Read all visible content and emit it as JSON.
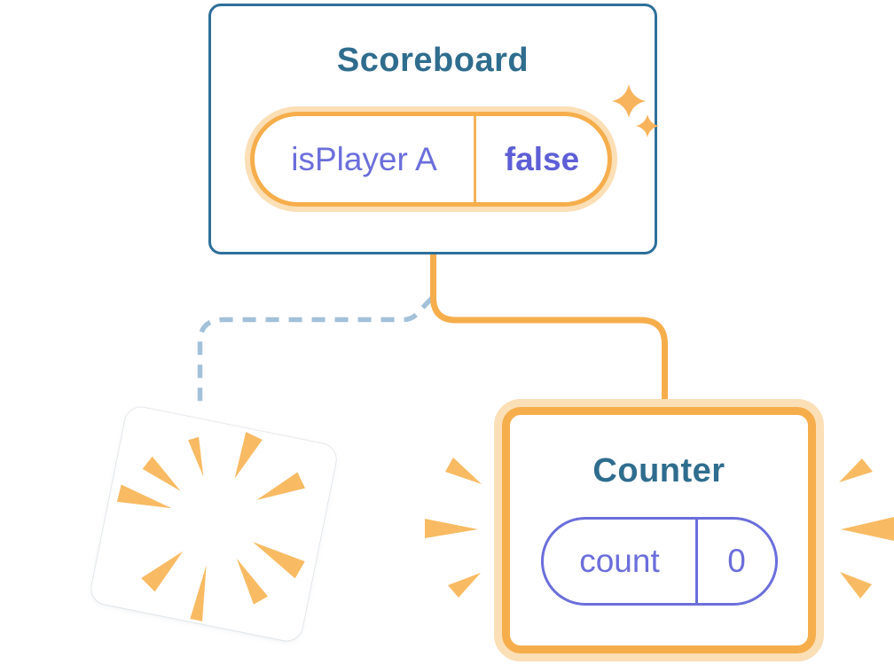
{
  "diagram": {
    "description": "Component tree diagram: Scoreboard parent keeps state while Counter child is removed (poof) and a new Counter is mounted with fresh state",
    "scoreboard": {
      "title": "Scoreboard",
      "state_key": "isPlayer A",
      "state_value": "false"
    },
    "counter": {
      "title": "Counter",
      "state_key": "count",
      "state_value": "0"
    }
  },
  "icons": {
    "sparkles": "sparkle-icon",
    "poof": "poof-icon",
    "burst_left": "burst-icon",
    "burst_right": "burst-icon"
  },
  "colors": {
    "canvas-bg": "#ffffff",
    "card-bg": "#ffffff",
    "card-border-blue": "#2E6F9A",
    "title-teal": "#2F6D8E",
    "state-purple": "#6B6EDB",
    "state-purple-bold": "#5E5FD6",
    "orange-strong": "#F6AE4C",
    "orange-light": "#FBDFB6",
    "orange-divider": "#F4B25B",
    "sparkle-orange": "#F8B45C",
    "burst-orange": "#F8BB63",
    "dashed-blue": "#A3C1D9"
  }
}
